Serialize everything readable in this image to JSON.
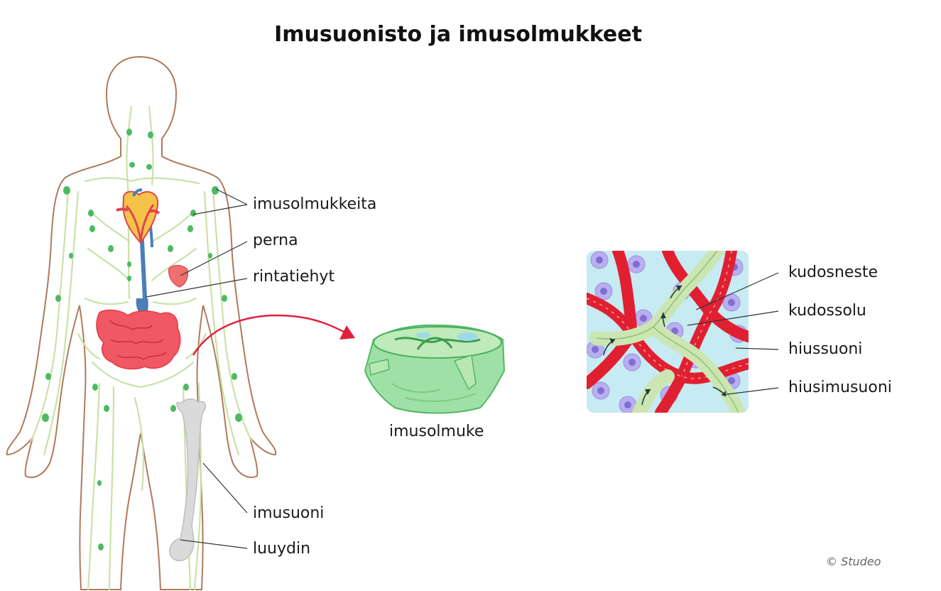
{
  "title": "Imusuonisto ja imusolmukkeet",
  "labels": {
    "lymph_nodes": "imusolmukkeita",
    "spleen": "perna",
    "thoracic_duct": "rintatiehyt",
    "lymph_vessel": "imusuoni",
    "bone_marrow": "luuydin",
    "lymph_node": "imusolmuke",
    "tissue_fluid": "kudosneste",
    "tissue_cell": "kudossolu",
    "capillary": "hiussuoni",
    "lymph_capillary": "hiusimusuoni"
  },
  "credit": "© Studeo",
  "colors": {
    "skin_outline": "#b07a5a",
    "lymph_vessel": "#c9e2a8",
    "lymph_node": "#4cbb60",
    "organ_red": "#f0505a",
    "vein_blue": "#4a7fb8",
    "bone_gray": "#d9d9d9",
    "arrow": "#e0203e",
    "tissue_bg": "#c7ebf2",
    "blood_red": "#e02030"
  }
}
